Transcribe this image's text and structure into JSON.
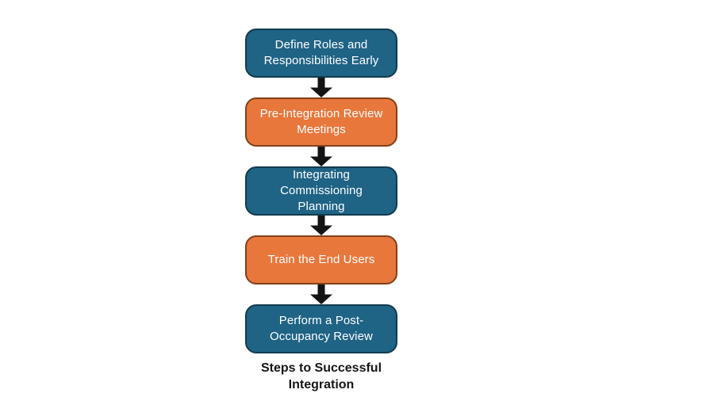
{
  "diagram": {
    "title": "Steps to Successful Integration",
    "steps": [
      {
        "label": "Define Roles and Responsibilities Early",
        "variant": "blue"
      },
      {
        "label": "Pre-Integration Review Meetings",
        "variant": "orange"
      },
      {
        "label": "Integrating Commissioning Planning",
        "variant": "blue"
      },
      {
        "label": "Train the End Users",
        "variant": "orange"
      },
      {
        "label": "Perform a Post-Occupancy Review",
        "variant": "blue"
      }
    ]
  },
  "colors": {
    "background": "#ffffff",
    "blue-fill": "#1F6385",
    "blue-border": "#123B4E",
    "orange-fill": "#E8773C",
    "orange-border": "#82401A",
    "box-text": "#ffffff",
    "arrow": "#141414",
    "title-text": "#151515"
  }
}
